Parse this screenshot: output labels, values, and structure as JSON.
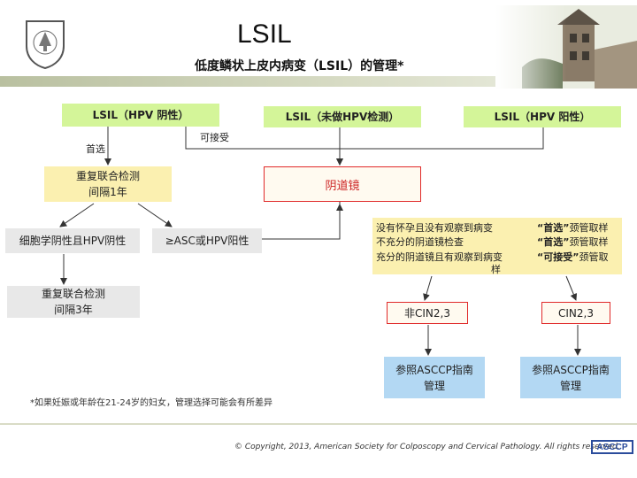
{
  "header": {
    "title": "LSIL",
    "subtitle": "低度鳞状上皮内病变（LSIL）的管理*"
  },
  "flow": {
    "lsil_negative": "LSIL（HPV 阴性）",
    "lsil_untested": "LSIL（未做HPV检测）",
    "lsil_positive": "LSIL（HPV 阳性）",
    "label_preferred": "首选",
    "label_acceptable": "可接受",
    "retest_1y_line1": "重复联合检测",
    "retest_1y_line2": "间隔1年",
    "colposcopy": "阴道镜",
    "cyto_negative": "细胞学阴性且HPV阴性",
    "asc_or_hpv_positive": "≥ASC或HPV阳性",
    "retest_3y_line1": "重复联合检测",
    "retest_3y_line2": "间隔3年",
    "conditions": [
      {
        "left": "没有怀孕且没有观察到病变",
        "quote": "“首选”",
        "right": "颈管取样"
      },
      {
        "left": "不充分的阴道镜检查",
        "quote": "“首选”",
        "right": "颈管取样"
      },
      {
        "left": "充分的阴道镜且有观察到病变",
        "left2": "样",
        "quote": "“可接受”",
        "right": "颈管取"
      }
    ],
    "non_cin23": "非CIN2,3",
    "cin23": "CIN2,3",
    "ref_a_line1": "参照ASCCP指南",
    "ref_a_line2": "管理",
    "ref_b_line1": "参照ASCCP指南",
    "ref_b_line2": "管理"
  },
  "footnote": "*如果妊娠或年龄在21-24岁的妇女，管理选择可能会有所差异",
  "footer": {
    "copyright": "© Copyright, 2013, American Society for Colposcopy and Cervical Pathology. All rights reserved.",
    "logo_text": "ASCCP"
  },
  "colors": {
    "green": "#d4f599",
    "yellow": "#fbf0b0",
    "blue": "#b3d8f3",
    "red_border": "#e02a2a",
    "gray": "#e8e8e8"
  }
}
